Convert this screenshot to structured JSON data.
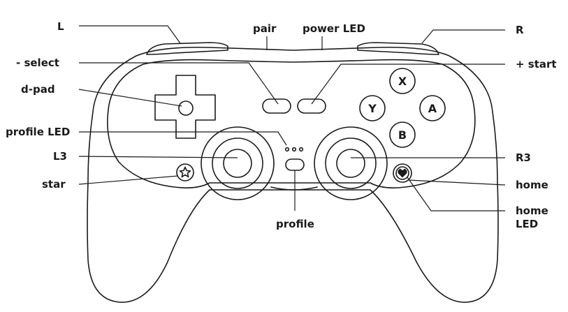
{
  "labels": {
    "l": "L",
    "pair": "pair",
    "power_led": "power LED",
    "r": "R",
    "select": "- select",
    "start": "+ start",
    "dpad": "d-pad",
    "profile_led": "profile LED",
    "l3": "L3",
    "r3": "R3",
    "star": "star",
    "home": "home",
    "home_led_1": "home",
    "home_led_2": "LED",
    "profile": "profile"
  },
  "buttons": {
    "x": "X",
    "y": "Y",
    "a": "A",
    "b": "B"
  }
}
